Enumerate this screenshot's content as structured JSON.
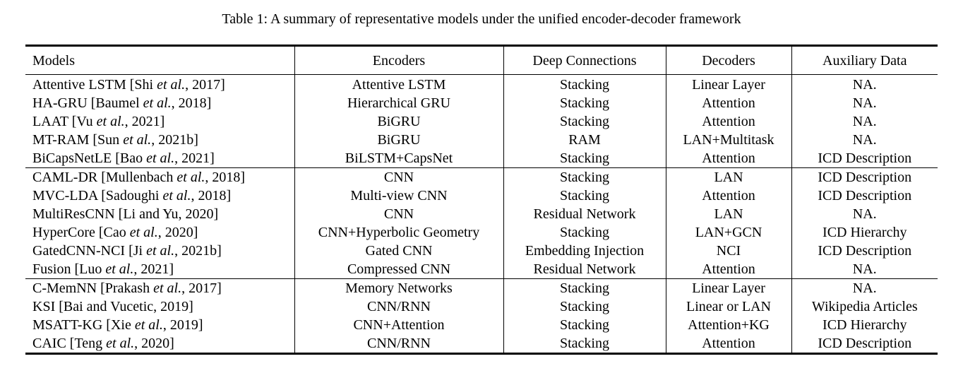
{
  "title": "Table 1: A summary of representative models under the unified encoder-decoder framework",
  "table": {
    "columns": [
      "Models",
      "Encoders",
      "Deep Connections",
      "Decoders",
      "Auxiliary Data"
    ],
    "groups": [
      {
        "rows": [
          {
            "m1": "Attentive LSTM [Shi ",
            "etal": "et al.",
            "m2": ", 2017]",
            "encoder": "Attentive LSTM",
            "connection": "Stacking",
            "decoder": "Linear Layer",
            "auxiliary": "NA."
          },
          {
            "m1": "HA-GRU [Baumel ",
            "etal": "et al.",
            "m2": ", 2018]",
            "encoder": "Hierarchical GRU",
            "connection": "Stacking",
            "decoder": "Attention",
            "auxiliary": "NA."
          },
          {
            "m1": "LAAT [Vu ",
            "etal": "et al.",
            "m2": ", 2021]",
            "encoder": "BiGRU",
            "connection": "Stacking",
            "decoder": "Attention",
            "auxiliary": "NA."
          },
          {
            "m1": "MT-RAM [Sun ",
            "etal": "et al.",
            "m2": ", 2021b]",
            "encoder": "BiGRU",
            "connection": "RAM",
            "decoder": "LAN+Multitask",
            "auxiliary": "NA."
          },
          {
            "m1": "BiCapsNetLE [Bao ",
            "etal": "et al.",
            "m2": ", 2021]",
            "encoder": "BiLSTM+CapsNet",
            "connection": "Stacking",
            "decoder": "Attention",
            "auxiliary": "ICD Description"
          }
        ]
      },
      {
        "rows": [
          {
            "m1": "CAML-DR [Mullenbach ",
            "etal": "et al.",
            "m2": ", 2018]",
            "encoder": "CNN",
            "connection": "Stacking",
            "decoder": "LAN",
            "auxiliary": "ICD Description"
          },
          {
            "m1": "MVC-LDA [Sadoughi ",
            "etal": "et al.",
            "m2": ", 2018]",
            "encoder": "Multi-view CNN",
            "connection": "Stacking",
            "decoder": "Attention",
            "auxiliary": "ICD Description"
          },
          {
            "m1": "MultiResCNN [Li and Yu, 2020]",
            "etal": "",
            "m2": "",
            "encoder": "CNN",
            "connection": "Residual Network",
            "decoder": "LAN",
            "auxiliary": "NA."
          },
          {
            "m1": "HyperCore [Cao ",
            "etal": "et al.",
            "m2": ", 2020]",
            "encoder": "CNN+Hyperbolic Geometry",
            "connection": "Stacking",
            "decoder": "LAN+GCN",
            "auxiliary": "ICD Hierarchy"
          },
          {
            "m1": "GatedCNN-NCI [Ji ",
            "etal": "et al.",
            "m2": ", 2021b]",
            "encoder": "Gated CNN",
            "connection": "Embedding Injection",
            "decoder": "NCI",
            "auxiliary": "ICD Description"
          },
          {
            "m1": "Fusion [Luo ",
            "etal": "et al.",
            "m2": ", 2021]",
            "encoder": "Compressed CNN",
            "connection": "Residual Network",
            "decoder": "Attention",
            "auxiliary": "NA."
          }
        ]
      },
      {
        "rows": [
          {
            "m1": "C-MemNN [Prakash ",
            "etal": "et al.",
            "m2": ", 2017]",
            "encoder": "Memory Networks",
            "connection": "Stacking",
            "decoder": "Linear Layer",
            "auxiliary": "NA."
          },
          {
            "m1": "KSI [Bai and Vucetic, 2019]",
            "etal": "",
            "m2": "",
            "encoder": "CNN/RNN",
            "connection": "Stacking",
            "decoder": "Linear or LAN",
            "auxiliary": "Wikipedia Articles"
          },
          {
            "m1": "MSATT-KG [Xie ",
            "etal": "et al.",
            "m2": ", 2019]",
            "encoder": "CNN+Attention",
            "connection": "Stacking",
            "decoder": "Attention+KG",
            "auxiliary": "ICD Hierarchy"
          },
          {
            "m1": "CAIC [Teng ",
            "etal": "et al.",
            "m2": ", 2020]",
            "encoder": "CNN/RNN",
            "connection": "Stacking",
            "decoder": "Attention",
            "auxiliary": "ICD Description"
          }
        ]
      }
    ]
  }
}
